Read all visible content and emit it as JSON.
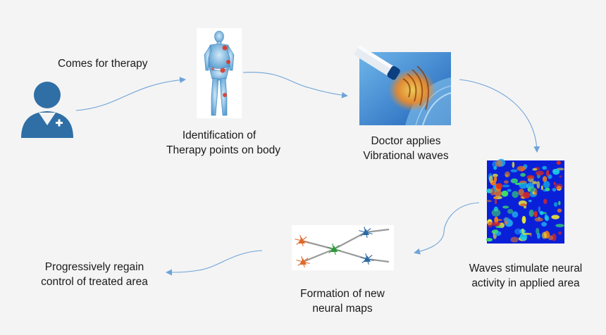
{
  "steps": {
    "therapy": {
      "label": "Comes for therapy"
    },
    "identification": {
      "line1": "Identification of",
      "line2": "Therapy points on body"
    },
    "doctor": {
      "line1": "Doctor applies",
      "line2": "Vibrational waves"
    },
    "waves": {
      "line1": "Waves stimulate neural",
      "line2": "activity in applied area"
    },
    "formation": {
      "line1": "Formation of new",
      "line2": "neural maps"
    },
    "regain": {
      "line1": "Progressively regain",
      "line2": "control of treated area"
    }
  },
  "colors": {
    "background": "#f4f4f4",
    "patient_icon": "#2f6fa6",
    "arrow": "#6fa3d8",
    "skeleton": "#8fc3e6",
    "highlight": "#e03020",
    "wave_orange": "#f08a24",
    "heatmap_bg": "#0a20d8",
    "neuron_orange": "#e06a2a",
    "neuron_green": "#2a9a3a",
    "neuron_blue": "#2a6aa6"
  },
  "icons": {
    "patient": "patient-icon",
    "body": "body-scan-icon",
    "device": "vibration-device-icon",
    "heatmap": "neural-heatmap-icon",
    "neurons": "neurons-icon"
  }
}
